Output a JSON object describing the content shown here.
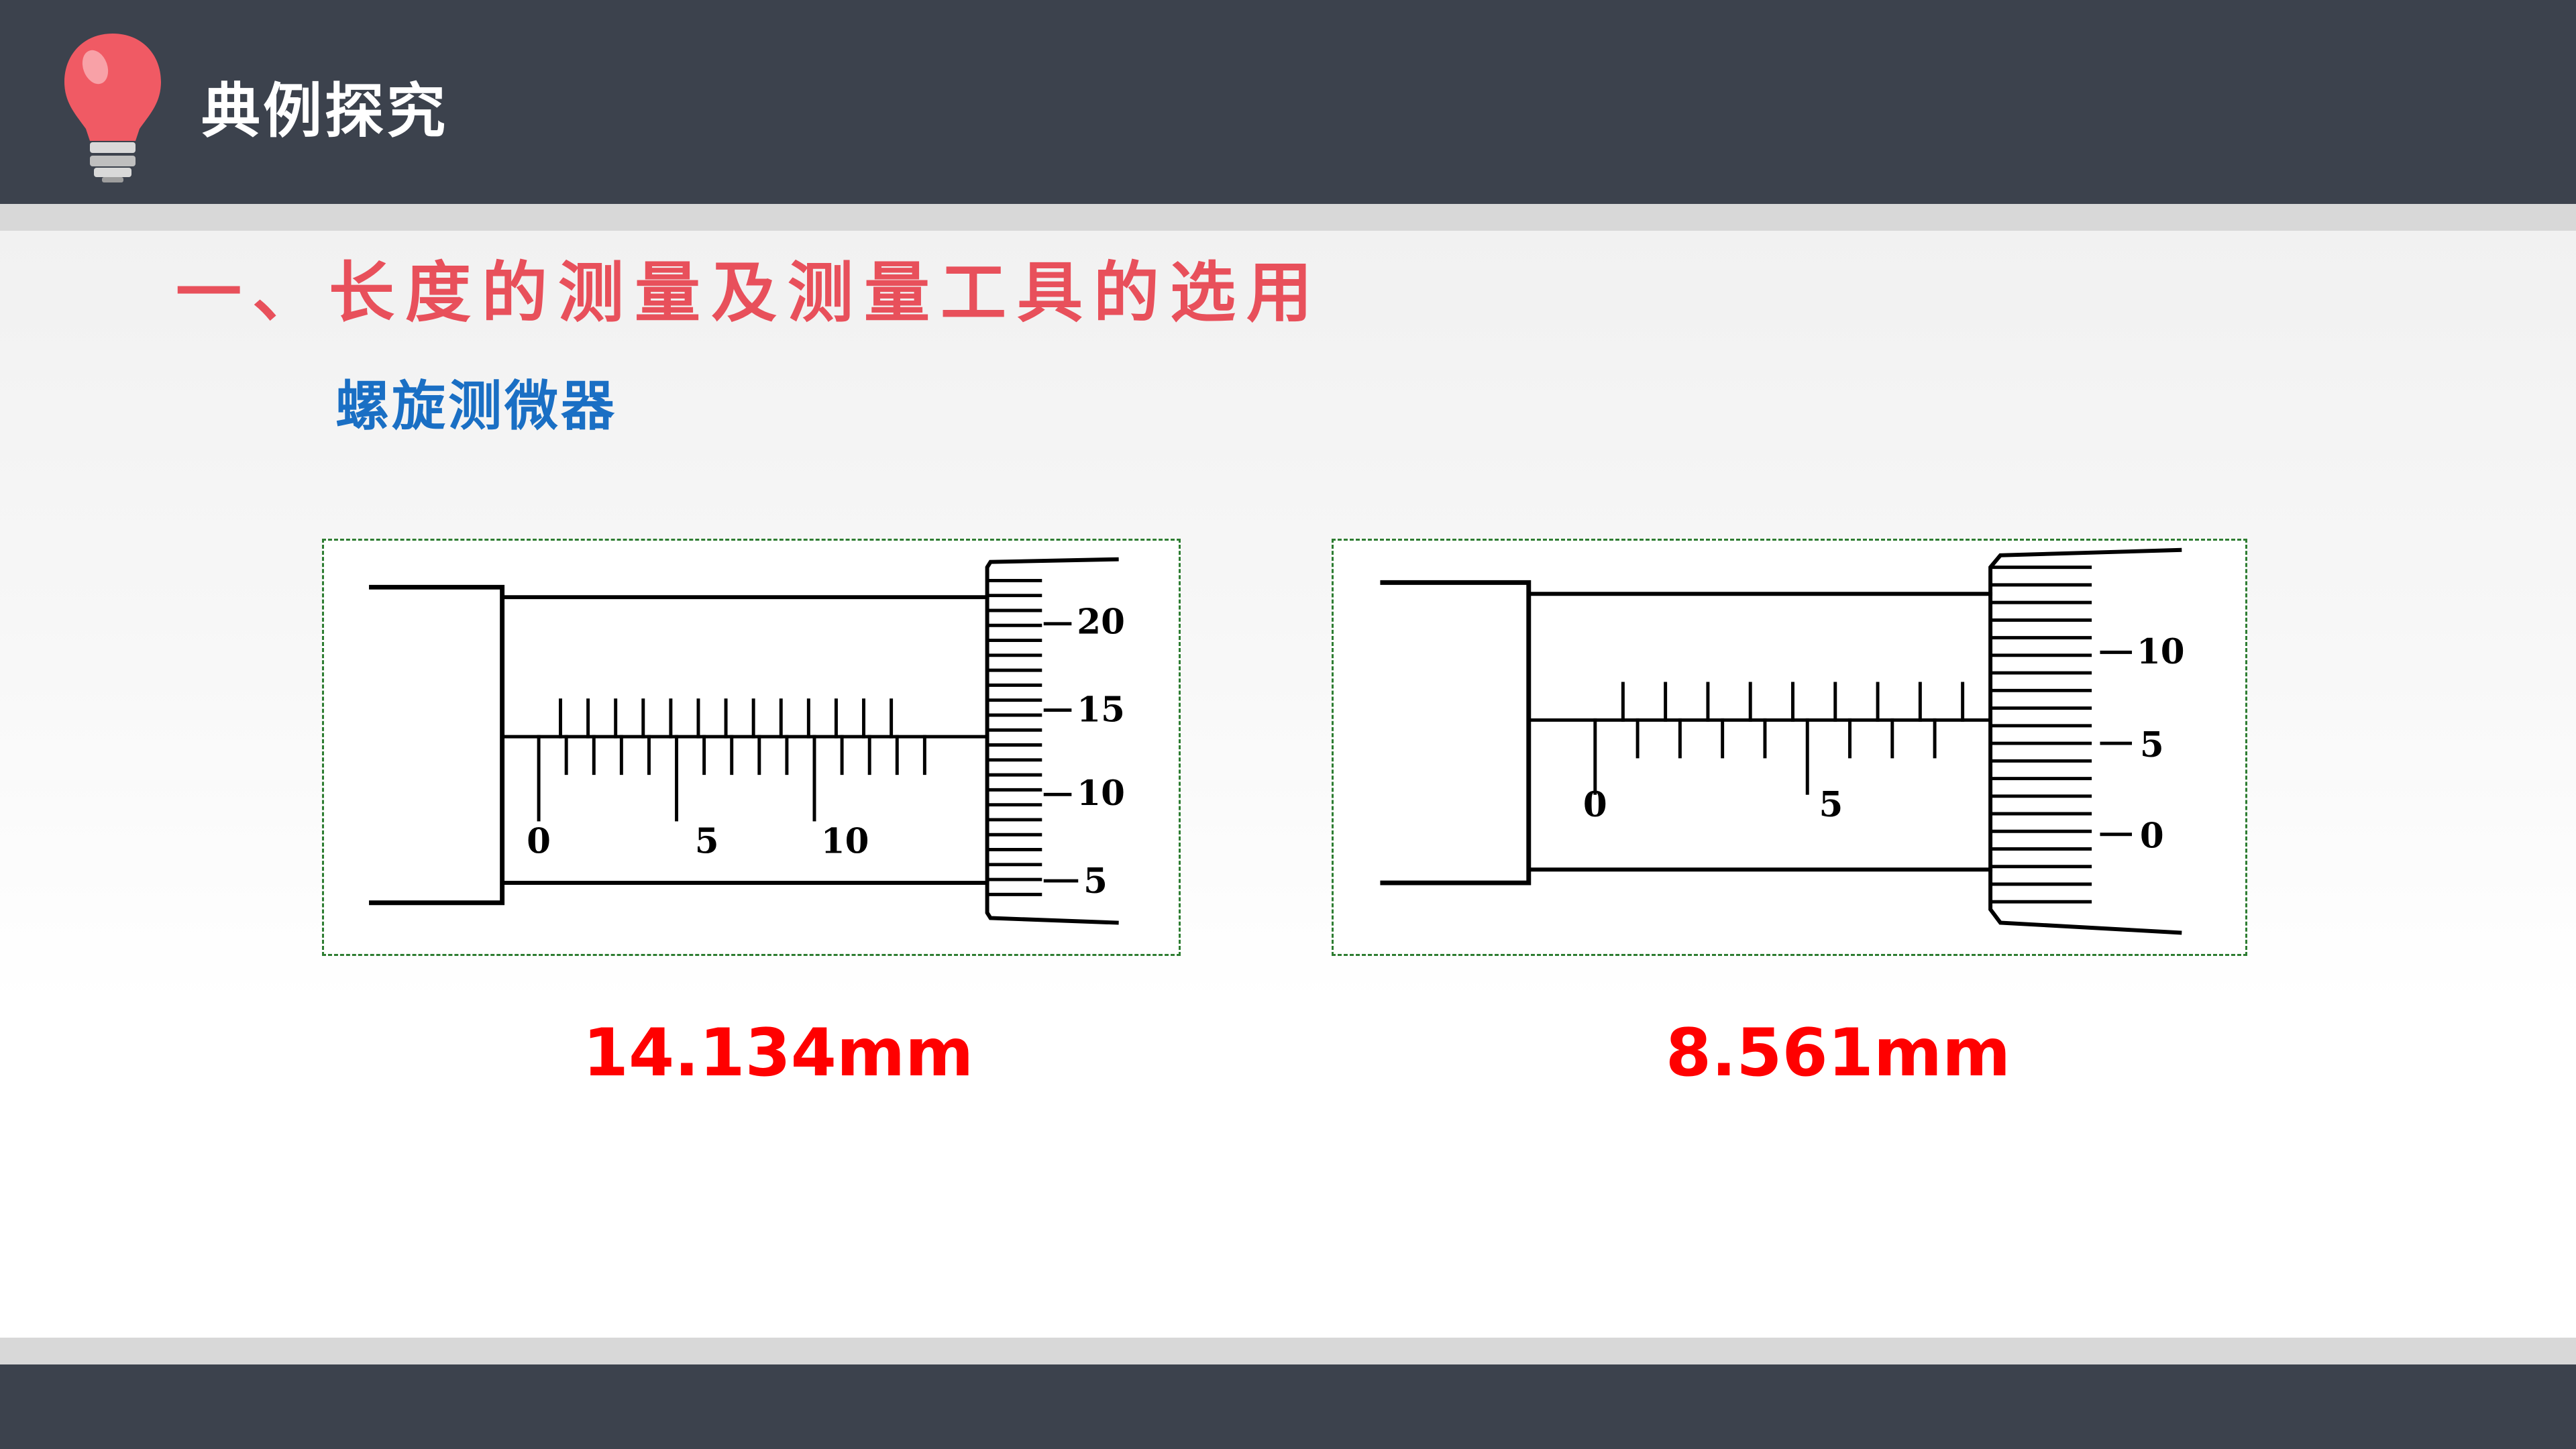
{
  "header": {
    "title": "典例探究"
  },
  "section": {
    "title": "一、长度的测量及测量工具的选用"
  },
  "subsection": {
    "title": "螺旋测微器"
  },
  "diagrams": [
    {
      "fixed_scale_labels": [
        "0",
        "5",
        "10"
      ],
      "thimble_labels": [
        "20",
        "15",
        "10",
        "5"
      ],
      "reading": "14.134mm"
    },
    {
      "fixed_scale_labels": [
        "0",
        "5"
      ],
      "thimble_labels": [
        "10",
        "5",
        "0"
      ],
      "reading": "8.561mm"
    }
  ],
  "colors": {
    "header_bg": "#3c424d",
    "section_title": "#e8505b",
    "subsection_title": "#1a6fc4",
    "reading": "#ff0000",
    "diagram_border": "#2e7d32"
  }
}
